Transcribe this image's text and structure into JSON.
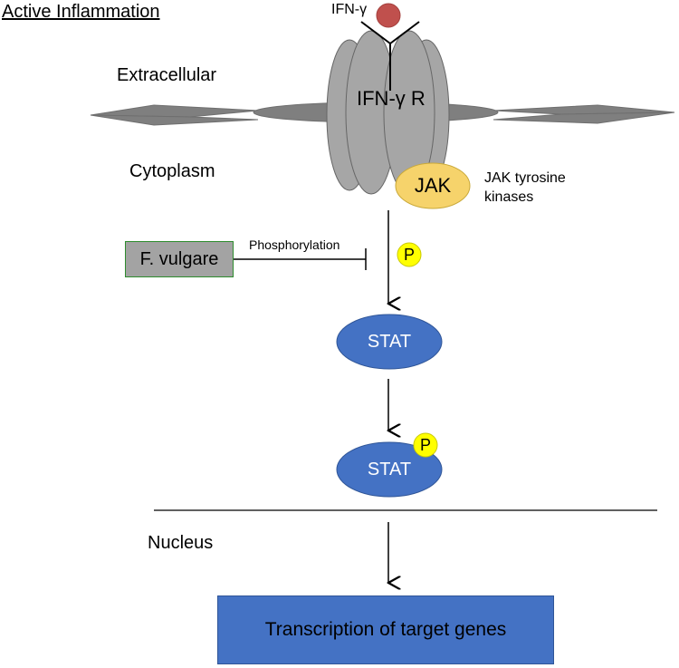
{
  "title": "Active Inflammation",
  "ligand_label": "IFN-γ",
  "extracellular_label": "Extracellular",
  "cytoplasm_label": "Cytoplasm",
  "receptor_label": "IFN-γ R",
  "jak_label": "JAK",
  "jak_description": "JAK tyrosine kinases",
  "inhibitor_label": "F. vulgare",
  "inhibition_label": "Phosphorylation",
  "phosphate_label": "P",
  "stat_label": "STAT",
  "nucleus_label": "Nucleus",
  "output_label": "Transcription of target genes",
  "colors": {
    "ligand": "#c0504d",
    "receptor": "#a6a6a6",
    "membrane": "#7f7f7f",
    "jak": "#f6d36b",
    "phosphate": "#ffff00",
    "stat": "#4472c4",
    "inhibitor_box": "#a3a3a3",
    "inhibitor_border": "#2e8b2e",
    "output_box": "#4472c4"
  }
}
